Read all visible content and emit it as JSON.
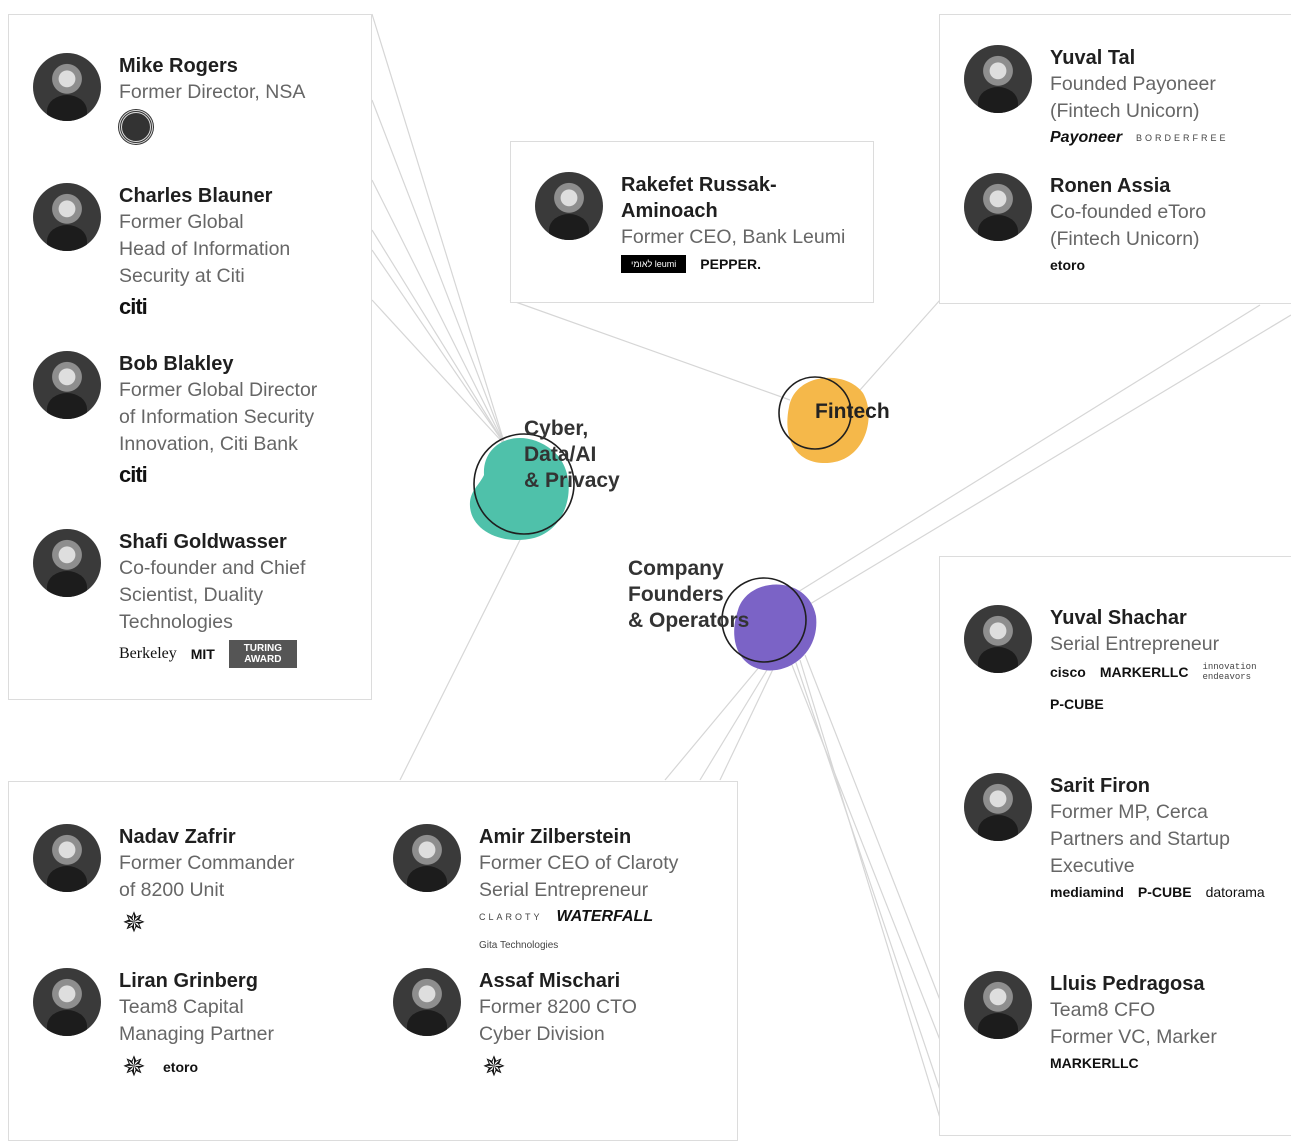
{
  "hubs": {
    "cyber": {
      "label": "Cyber,\nData/AI\n& Privacy",
      "color": "#4fc1aa"
    },
    "fintech": {
      "label": "Fintech",
      "color": "#f5b84a"
    },
    "founders": {
      "label": "Company\nFounders\n& Operators",
      "color": "#7b63c6"
    }
  },
  "cyber_panel": [
    {
      "name": "Mike Rogers",
      "role": "Former Director, NSA",
      "logos": [
        {
          "id": "nsa-seal",
          "text": "NSA",
          "style": "seal"
        }
      ]
    },
    {
      "name": "Charles Blauner",
      "role": "Former Global\nHead of Information\nSecurity at Citi",
      "logos": [
        {
          "id": "citi-logo",
          "text": "citi",
          "style": "citi"
        }
      ]
    },
    {
      "name": "Bob Blakley",
      "role": "Former Global Director\nof Information Security\nInnovation, Citi Bank",
      "logos": [
        {
          "id": "citi-logo",
          "text": "citi",
          "style": "citi"
        }
      ]
    },
    {
      "name": "Shafi Goldwasser",
      "role": "Co-founder and Chief\nScientist, Duality\nTechnologies",
      "logos": [
        {
          "id": "berkeley-logo",
          "text": "Berkeley",
          "style": "serif"
        },
        {
          "id": "mit-logo",
          "text": "MIT",
          "style": "bold"
        },
        {
          "id": "turing-award-logo",
          "text": "TURING AWARD",
          "style": "turing"
        }
      ]
    }
  ],
  "fintech_panel_mid": [
    {
      "name": "Rakefet Russak-\nAminoach",
      "role": "Former CEO, Bank Leumi",
      "logos": [
        {
          "id": "leumi-logo",
          "text": "לאומי leumi",
          "style": "leumi"
        },
        {
          "id": "pepper-logo",
          "text": "PEPPER.",
          "style": "bold"
        }
      ]
    }
  ],
  "fintech_panel_right": [
    {
      "name": "Yuval Tal",
      "role": "Founded Payoneer\n(Fintech Unicorn)",
      "logos": [
        {
          "id": "payoneer-logo",
          "text": "Payoneer",
          "style": "italic"
        },
        {
          "id": "borderfree-logo",
          "text": "BORDERFREE",
          "style": "spaced"
        }
      ]
    },
    {
      "name": "Ronen Assia",
      "role": "Co-founded eToro\n(Fintech Unicorn)",
      "logos": [
        {
          "id": "etoro-logo",
          "text": "etoro",
          "style": "bold"
        }
      ]
    }
  ],
  "founders_panel_right": [
    {
      "name": "Yuval Shachar",
      "role": "Serial Entrepreneur",
      "logos": [
        {
          "id": "cisco-logo",
          "text": "cisco",
          "style": "bold"
        },
        {
          "id": "marker-logo",
          "text": "MARKERLLC",
          "style": "bold"
        },
        {
          "id": "innovation-endeavors-logo",
          "text": "innovation endeavors",
          "style": "mono"
        },
        {
          "id": "pcube-logo",
          "text": "P-CUBE",
          "style": "bold"
        }
      ]
    },
    {
      "name": "Sarit Firon",
      "role": "Former MP, Cerca\nPartners and Startup\nExecutive",
      "logos": [
        {
          "id": "mediamind-logo",
          "text": "mediamind",
          "style": "bold"
        },
        {
          "id": "pcube-logo",
          "text": "P-CUBE",
          "style": "bold"
        },
        {
          "id": "datorama-logo",
          "text": "datorama",
          "style": "plain"
        }
      ]
    },
    {
      "name": "Lluis Pedragosa",
      "role": "Team8 CFO\nFormer VC, Marker",
      "logos": [
        {
          "id": "marker-logo",
          "text": "MARKERLLC",
          "style": "bold"
        }
      ]
    }
  ],
  "founders_panel_bottom": [
    {
      "name": "Nadav Zafrir",
      "role": "Former Commander\nof 8200 Unit",
      "logos": [
        {
          "id": "unit-8200-logo",
          "text": "✵",
          "style": "star"
        }
      ]
    },
    {
      "name": "Amir Zilberstein",
      "role": "Former CEO of Claroty\nSerial Entrepreneur",
      "logos": [
        {
          "id": "claroty-logo",
          "text": "CLAROTY",
          "style": "spaced"
        },
        {
          "id": "waterfall-logo",
          "text": "WATERFALL",
          "style": "italic"
        },
        {
          "id": "gita-logo",
          "text": "Gita Technologies",
          "style": "small"
        }
      ]
    },
    {
      "name": "Liran Grinberg",
      "role": "Team8 Capital\nManaging Partner",
      "logos": [
        {
          "id": "unit-8200-logo",
          "text": "✵",
          "style": "star"
        },
        {
          "id": "etoro-logo",
          "text": "etoro",
          "style": "bold"
        }
      ]
    },
    {
      "name": "Assaf Mischari",
      "role": "Former 8200 CTO\nCyber Division",
      "logos": [
        {
          "id": "unit-8200-logo",
          "text": "✵",
          "style": "star"
        }
      ]
    }
  ]
}
